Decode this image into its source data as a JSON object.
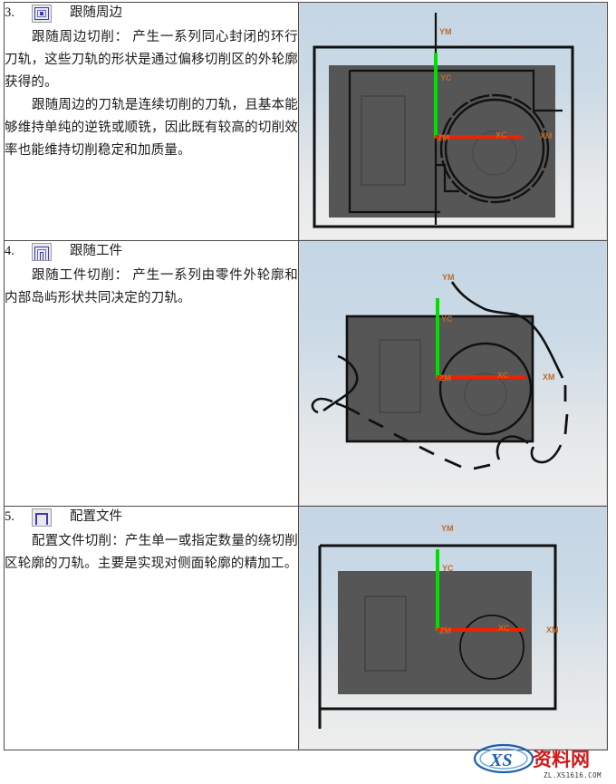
{
  "document": {
    "rows": [
      {
        "number": "3.",
        "icon": "follow-periphery-icon",
        "title": "跟随周边",
        "paragraphs": [
          "跟随周边切削： 产生一系列同心封闭的环行刀轨，这些刀轨的形状是通过偏移切削区的外轮廓获得的。",
          "跟随周边的刀轨是连续切削的刀轨，且基本能够维持单纯的逆铣或顺铣，因此既有较高的切削效率也能维持切削稳定和加质量。"
        ]
      },
      {
        "number": "4.",
        "icon": "follow-part-icon",
        "title": "跟随工件",
        "paragraphs": [
          "跟随工件切削： 产生一系列由零件外轮廓和内部岛屿形状共同决定的刀轨。"
        ]
      },
      {
        "number": "5.",
        "icon": "profile-icon",
        "title": "配置文件",
        "paragraphs": [
          "配置文件切削：产生单一或指定数量的绕切削区轮廓的刀轨。主要是实现对侧面轮廓的精加工。"
        ]
      }
    ],
    "viewports": [
      {
        "name": "follow-periphery-preview",
        "axis_labels": {
          "ym": "YM",
          "yc": "YC",
          "zm": "ZM",
          "xc": "XC",
          "xm": "XM"
        }
      },
      {
        "name": "follow-part-preview",
        "axis_labels": {
          "ym": "YM",
          "yc": "YC",
          "zm": "ZM",
          "xc": "XC",
          "xm": "XM"
        }
      },
      {
        "name": "profile-preview",
        "axis_labels": {
          "ym": "YM",
          "yc": "YC",
          "zm": "ZM",
          "xc": "XC",
          "xm": "XM"
        }
      }
    ],
    "colors": {
      "x_axis": "#ee2200",
      "y_axis": "#00e000",
      "toolpath": "#111111",
      "part_body": "#565656",
      "viewport_top": "#c4d5e4",
      "viewport_bottom": "#eeeeee",
      "axis_label": "#c06a28"
    },
    "watermark": {
      "brand_cn": "资料网",
      "url": "ZL.XS1616.COM",
      "logo_text": "XS"
    }
  }
}
